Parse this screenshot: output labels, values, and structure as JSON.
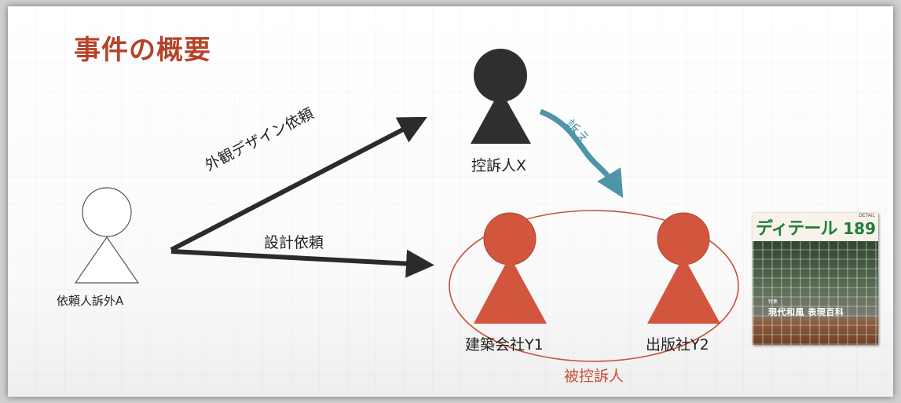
{
  "slide": {
    "title": "事件の概要",
    "colors": {
      "title": "#b5432a",
      "dark_figure": "#2f2f2f",
      "respondent_figure": "#d2553d",
      "respondent_ellipse": "#c9503a",
      "sue_arrow": "#4e95a7",
      "arrow": "#2b2b2b"
    }
  },
  "parties": {
    "client": "依頼人訴外A",
    "appellant": "控訴人X",
    "builder": "建築会社Y1",
    "publisher": "出版社Y2",
    "respondents": "被控訴人"
  },
  "arrows": {
    "exterior_design": "外観デザイン依頼",
    "design": "設計依頼",
    "sue": "訴え"
  },
  "magazine": {
    "title": "ディテール",
    "issue": "189",
    "detail": "DETAIL",
    "feature_small": "特集",
    "feature": "現代和風 表現百科"
  }
}
